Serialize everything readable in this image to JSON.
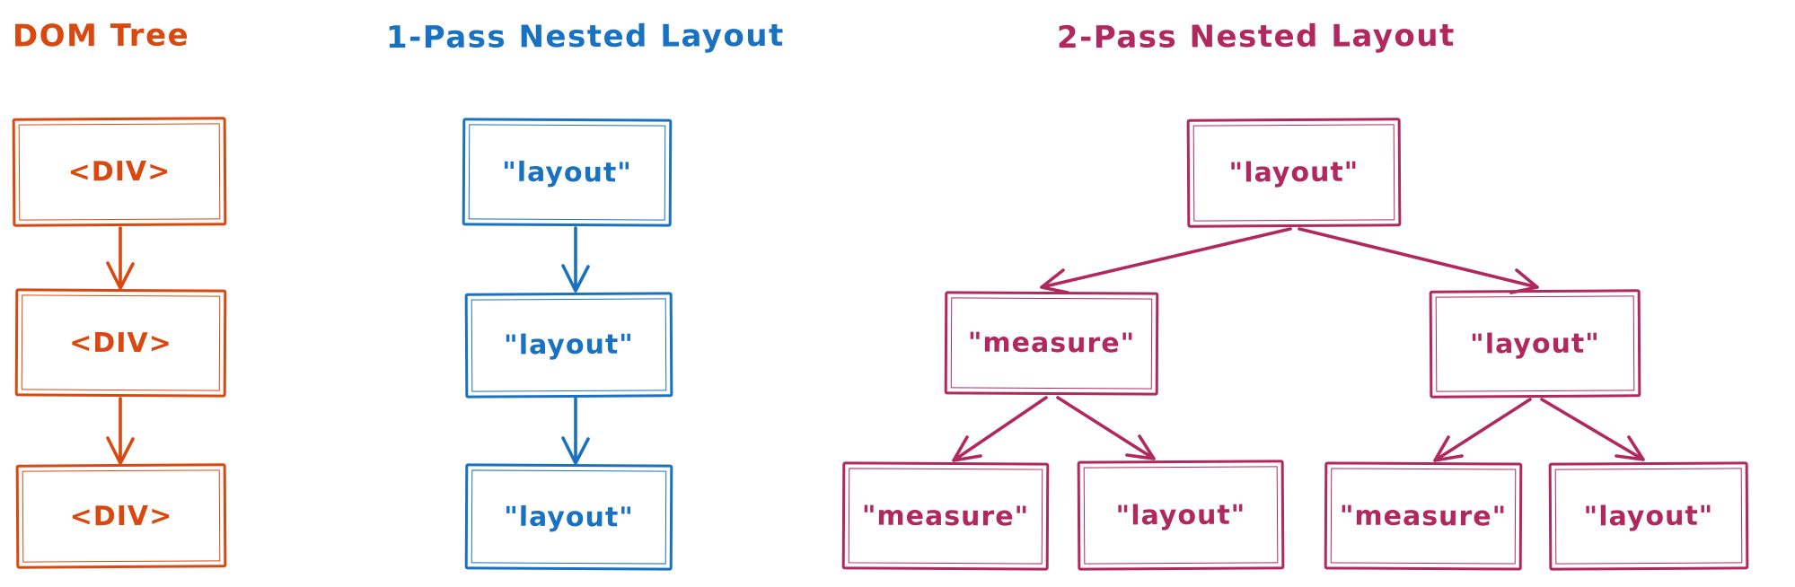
{
  "colors": {
    "dom_tree": "#d9480f",
    "one_pass": "#1971c2",
    "two_pass": "#b1285f",
    "background": "#ffffff"
  },
  "titles": {
    "dom": "DOM Tree",
    "one_pass": "1-Pass Nested Layout",
    "two_pass": "2-Pass Nested Layout"
  },
  "dom_tree": {
    "nodes": [
      "<DIV>",
      "<DIV>",
      "<DIV>"
    ]
  },
  "one_pass_tree": {
    "nodes": [
      "\"layout\"",
      "\"layout\"",
      "\"layout\""
    ]
  },
  "two_pass_tree": {
    "root": "\"layout\"",
    "level2": [
      "\"measure\"",
      "\"layout\""
    ],
    "level3": [
      "\"measure\"",
      "\"layout\"",
      "\"measure\"",
      "\"layout\""
    ]
  }
}
